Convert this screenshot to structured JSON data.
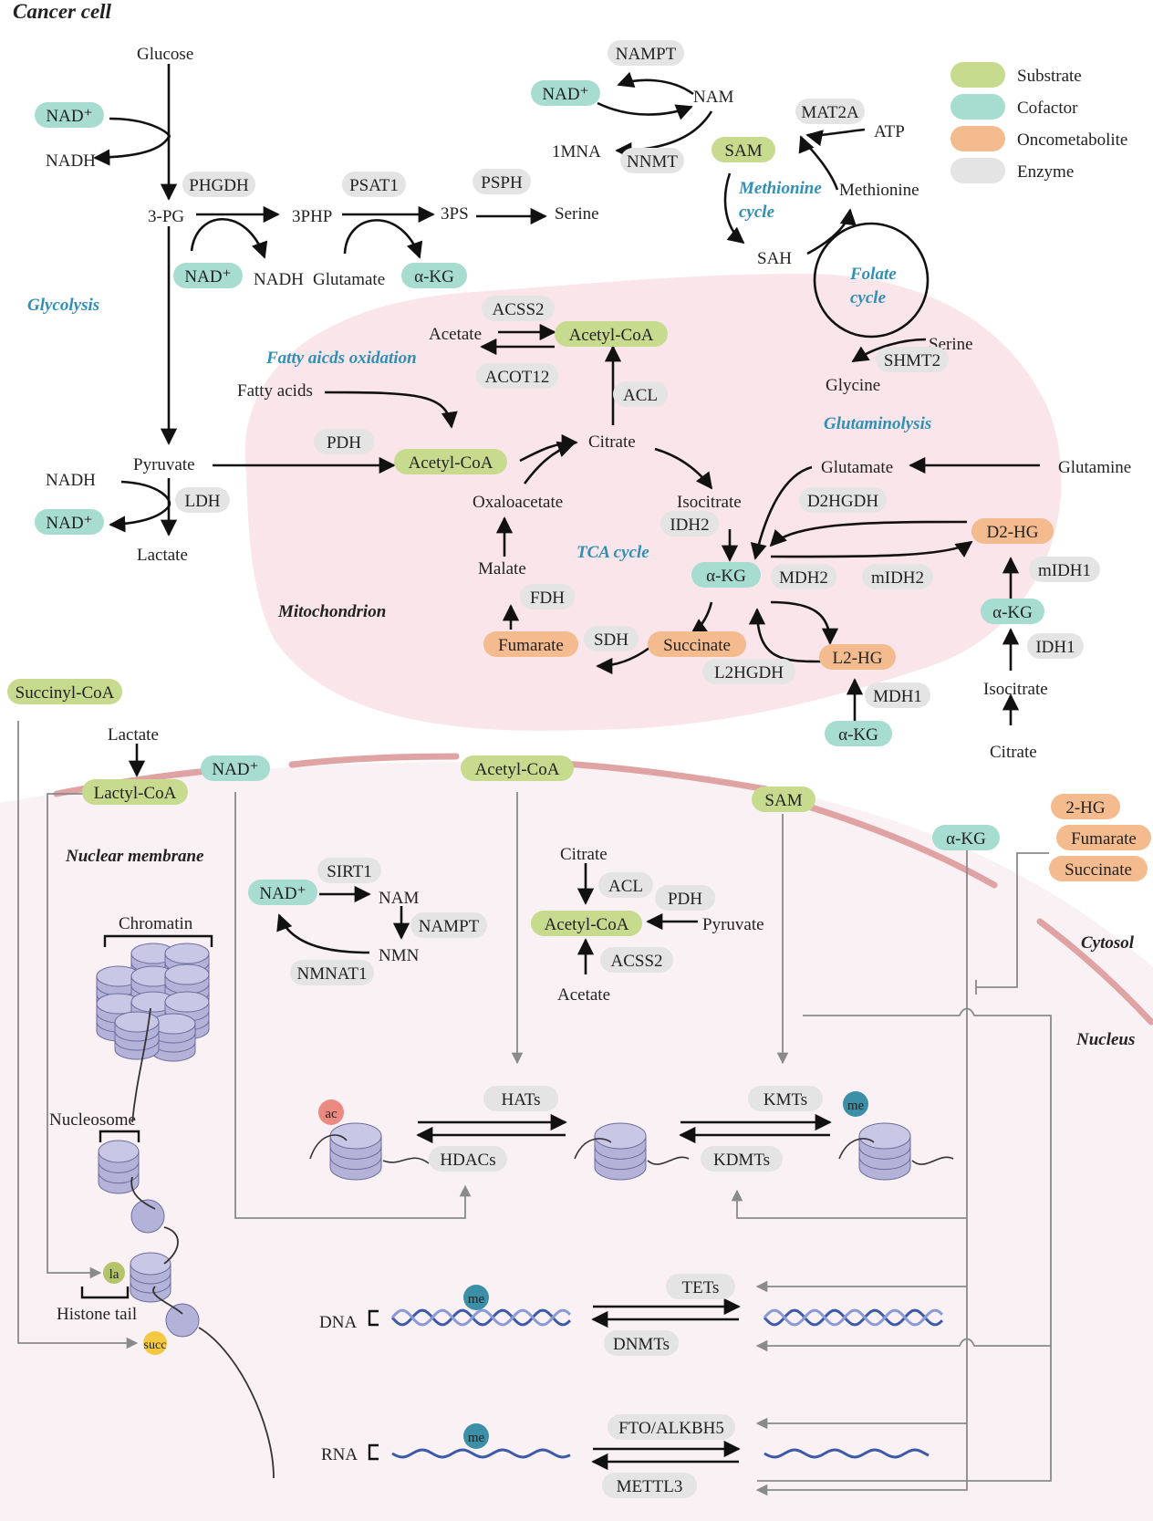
{
  "colors": {
    "substrate": "#c6db8e",
    "cofactor": "#a7dcd0",
    "oncometabolite": "#f4bb8f",
    "enzyme": "#e4e4e4",
    "membrane": "#e3a3a3",
    "nucleus_bg": "#f8f0f3",
    "mito_fill": "#f6dde3",
    "nucleosome": "#b3b3d9",
    "cycle_label": "#2f8fb5"
  },
  "title": "Cancer cell",
  "legend": {
    "substrate": "Substrate",
    "cofactor": "Cofactor",
    "oncometabolite": "Oncometabolite",
    "enzyme": "Enzyme"
  },
  "regions": {
    "glycolysis": "Glycolysis",
    "fatty_acid_oxidation": "Fatty aicds oxidation",
    "methionine_cycle_1": "Methionine",
    "methionine_cycle_2": "cycle",
    "folate_cycle_1": "Folate",
    "folate_cycle_2": "cycle",
    "glutaminolysis": "Glutaminolysis",
    "tca_cycle": "TCA cycle",
    "mitochondrion": "Mitochondrion",
    "nuclear_membrane": "Nuclear membrane",
    "cytosol": "Cytosol",
    "nucleus": "Nucleus"
  },
  "metabolites": {
    "glucose": "Glucose",
    "nadh_1": "NADH",
    "three_pg": "3-PG",
    "three_php": "3PHP",
    "three_ps": "3PS",
    "serine_1": "Serine",
    "nadh_2": "NADH",
    "glutamate_1": "Glutamate",
    "pyruvate": "Pyruvate",
    "nadh_3": "NADH",
    "lactate_1": "Lactate",
    "nam_1": "NAM",
    "one_mna": "1MNA",
    "atp": "ATP",
    "methionine": "Methionine",
    "sah": "SAH",
    "serine_2": "Serine",
    "glycine": "Glycine",
    "acetate_1": "Acetate",
    "fatty_acids": "Fatty acids",
    "citrate_1": "Citrate",
    "oxaloacetate": "Oxaloacetate",
    "isocitrate_1": "Isocitrate",
    "malate": "Malate",
    "glutamate_2": "Glutamate",
    "glutamine": "Glutamine",
    "isocitrate_2": "Isocitrate",
    "citrate_2": "Citrate",
    "lactate_2": "Lactate",
    "nam_2": "NAM",
    "nmn": "NMN",
    "citrate_3": "Citrate",
    "pyruvate_2": "Pyruvate",
    "acetate_2": "Acetate",
    "chromatin": "Chromatin",
    "nucleosome": "Nucleosome",
    "histone_tail": "Histone tail",
    "dna": "DNA",
    "rna": "RNA"
  },
  "pills": {
    "nad_1": "NAD⁺",
    "phgdh": "PHGDH",
    "psat1": "PSAT1",
    "psph": "PSPH",
    "nad_2": "NAD⁺",
    "akg_1": "α-KG",
    "nampt_1": "NAMPT",
    "nad_3": "NAD⁺",
    "nnmt": "NNMT",
    "mat2a": "MAT2A",
    "sam_1": "SAM",
    "shmt2": "SHMT2",
    "acss2_1": "ACSS2",
    "acetylcoa_1": "Acetyl-CoA",
    "acot12": "ACOT12",
    "acl_1": "ACL",
    "pdh_1": "PDH",
    "acetylcoa_2": "Acetyl-CoA",
    "ldh": "LDH",
    "nad_4": "NAD⁺",
    "idh2": "IDH2",
    "d2hgdh": "D2HGDH",
    "d2hg": "D2-HG",
    "akg_2": "α-KG",
    "mdh2": "MDH2",
    "midh2": "mIDH2",
    "midh1": "mIDH1",
    "akg_3": "α-KG",
    "fdh": "FDH",
    "fumarate_1": "Fumarate",
    "sdh": "SDH",
    "succinate_1": "Succinate",
    "l2hg": "L2-HG",
    "l2hgdh": "L2HGDH",
    "mdh1": "MDH1",
    "idh1": "IDH1",
    "akg_4": "α-KG",
    "succinylcoa": "Succinyl-CoA",
    "lactylcoa": "Lactyl-CoA",
    "nad_5": "NAD⁺",
    "acetylcoa_3": "Acetyl-CoA",
    "sam_2": "SAM",
    "twohg": "2-HG",
    "fumarate_2": "Fumarate",
    "succinate_2": "Succinate",
    "akg_5": "α-KG",
    "sirt1": "SIRT1",
    "nad_6": "NAD⁺",
    "nampt_2": "NAMPT",
    "nmnat1": "NMNAT1",
    "acl_2": "ACL",
    "pdh_2": "PDH",
    "acetylcoa_4": "Acetyl-CoA",
    "acss2_2": "ACSS2",
    "hats": "HATs",
    "hdacs": "HDACs",
    "kmts": "KMTs",
    "kdmts": "KDMTs",
    "tets": "TETs",
    "dnmts": "DNMTs",
    "fto": "FTO/ALKBH5",
    "mettl3": "METTL3"
  },
  "marks": {
    "ac": "ac",
    "me_histone": "me",
    "la": "la",
    "succ": "succ",
    "me_dna": "me",
    "me_rna": "me"
  }
}
